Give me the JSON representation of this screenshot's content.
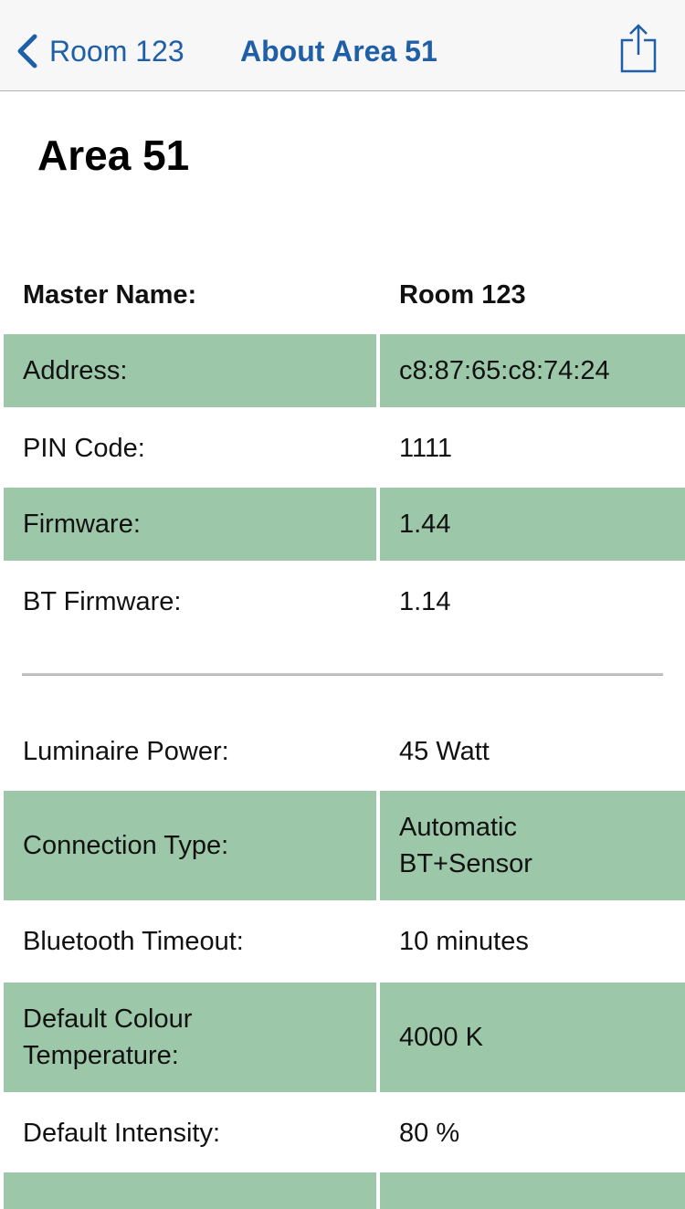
{
  "nav": {
    "back_label": "Room 123",
    "title": "About Area 51",
    "accent_color": "#1f5fa8",
    "share_icon": "share-icon"
  },
  "page": {
    "title": "Area 51"
  },
  "colors": {
    "row_shade": "#9cc8a9",
    "divider": "#c9c9c9"
  },
  "device_info": [
    {
      "label": "Master Name:",
      "value": "Room 123"
    },
    {
      "label": "Address:",
      "value": "c8:87:65:c8:74:24"
    },
    {
      "label": "PIN Code:",
      "value": "1111"
    },
    {
      "label": "Firmware:",
      "value": "1.44"
    },
    {
      "label": "BT Firmware:",
      "value": "1.14"
    }
  ],
  "settings": [
    {
      "label": "Luminaire Power:",
      "value": "45 Watt"
    },
    {
      "label": "Connection Type:",
      "value": "Automatic BT+Sensor"
    },
    {
      "label": "Bluetooth Timeout:",
      "value": "10 minutes"
    },
    {
      "label": "Default Colour Temperature:",
      "value": "4000 K"
    },
    {
      "label": "Default Intensity:",
      "value": "80 %"
    },
    {
      "label": "",
      "value": ""
    }
  ]
}
